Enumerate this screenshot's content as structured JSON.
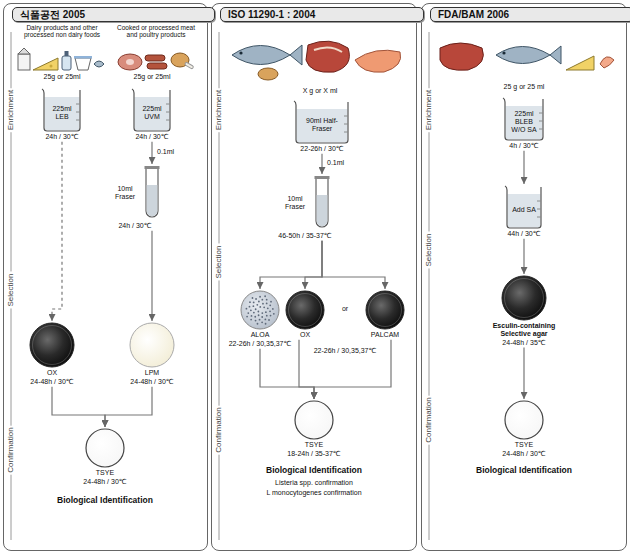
{
  "diagram": {
    "nodes": [
      {
        "text": [
          "식품공전 2005"
        ]
      },
      {
        "text": [
          "225ml LEB",
          "24h / 30℃"
        ],
        "in": 0
      },
      {
        "text": [
          "225ml UVM",
          "24h / 30℃"
        ],
        "in": 0
      },
      {
        "text": [
          "10ml Fraser",
          "24h / 30℃"
        ],
        "in": 0
      },
      {
        "text": [
          "OX",
          "24-48h / 30℃"
        ],
        "in": 0
      },
      {
        "text": [
          "LPM",
          "24-48h / 30℃"
        ],
        "in": 0
      },
      {
        "text": [
          "TSYE",
          "24-48h / 30℃"
        ],
        "in": 0
      },
      {
        "text": [
          "ISO 11290-1 : 2004"
        ]
      },
      {
        "text": [
          "90ml Half-Fraser",
          "22-26h / 30℃"
        ],
        "in": 7
      },
      {
        "text": [
          "10ml Fraser",
          "46-50h / 35-37℃"
        ],
        "in": 7
      },
      {
        "text": [
          "ALOA",
          "22-26h / 30,35,37℃"
        ],
        "in": 7
      },
      {
        "text": [
          "OX"
        ],
        "in": 7
      },
      {
        "text": [
          "PALCAM"
        ],
        "in": 7
      },
      {
        "text": [
          "TSYE",
          "18-24h / 35-37℃"
        ],
        "in": 7
      },
      {
        "text": [
          "FDA/BAM 2006"
        ]
      },
      {
        "text": [
          "225ml BLEB W/O SA",
          "4h / 30℃"
        ],
        "in": 14
      },
      {
        "text": [
          "Add SA",
          "44h / 30℃"
        ],
        "in": 14
      },
      {
        "text": [
          "Esculin-containing Selective agar",
          "24-48h / 35℃"
        ],
        "in": 14
      },
      {
        "text": [
          "TSYE",
          "24-48h / 30℃"
        ],
        "in": 14
      }
    ],
    "edges": [
      {
        "from": 1,
        "to": 4,
        "arrow": "to"
      },
      {
        "from": 2,
        "to": 3,
        "label": "0.1ml",
        "arrow": "to"
      },
      {
        "from": 3,
        "to": 5,
        "arrow": "to"
      },
      {
        "from": 4,
        "to": 6,
        "arrow": "to"
      },
      {
        "from": 5,
        "to": 6,
        "arrow": "to"
      },
      {
        "from": 8,
        "to": 9,
        "label": "0.1ml",
        "arrow": "to"
      },
      {
        "from": 9,
        "to": 10,
        "arrow": "to"
      },
      {
        "from": 9,
        "to": 11,
        "arrow": "to"
      },
      {
        "from": 9,
        "to": 12,
        "arrow": "to"
      },
      {
        "from": 10,
        "to": 13,
        "arrow": "to"
      },
      {
        "from": 11,
        "to": 13,
        "arrow": "to"
      },
      {
        "from": 12,
        "to": 13,
        "arrow": "to"
      },
      {
        "from": 15,
        "to": 16,
        "arrow": "to"
      },
      {
        "from": 16,
        "to": 17,
        "arrow": "to"
      },
      {
        "from": 17,
        "to": 18,
        "arrow": "to"
      }
    ],
    "labels": [
      "Enrichment",
      "Selection",
      "Confirmation",
      "Dairy products and other processed non dairy foods",
      "Cooked or processed meat and poultry products",
      "25g or 25ml",
      "25g or 25ml",
      "Biological Identification",
      "Enrichment",
      "Selection",
      "Confirmation",
      "X g or X ml",
      "or",
      "22-26h / 30,35,37℃",
      "Biological Identification",
      "Listeria spp. confirmation",
      "L monocytogenes confirmation",
      "Enrichment",
      "Selection",
      "Confirmation",
      "25 g or 25 ml",
      "Biological Identification"
    ]
  }
}
